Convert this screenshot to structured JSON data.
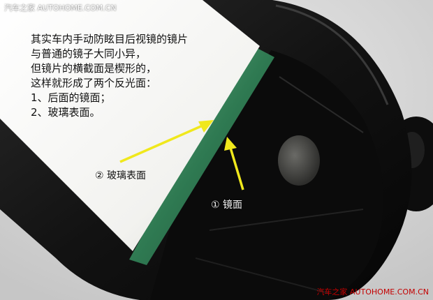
{
  "caption": {
    "lines": [
      "其实车内手动防眩目后视镜的镜片",
      "与普通的镜子大同小异，",
      "但镜片的横截面是楔形的，",
      "这样就形成了两个反光面：",
      "1、后面的镜面；",
      "2、玻璃表面。"
    ]
  },
  "callouts": {
    "glass": "② 玻璃表面",
    "mirror": "① 镜面"
  },
  "watermark": {
    "top_left": "汽车之家 AUTOHOME.COM.CN",
    "bottom_right": "汽车之家 AUTOHOME.COM.CN"
  },
  "colors": {
    "arrow": "#f0e81c",
    "glass_edge": "#3f8a62",
    "mirror_face": "#f4f4f1",
    "housing": "#151515",
    "background": "#d9d9d9"
  }
}
